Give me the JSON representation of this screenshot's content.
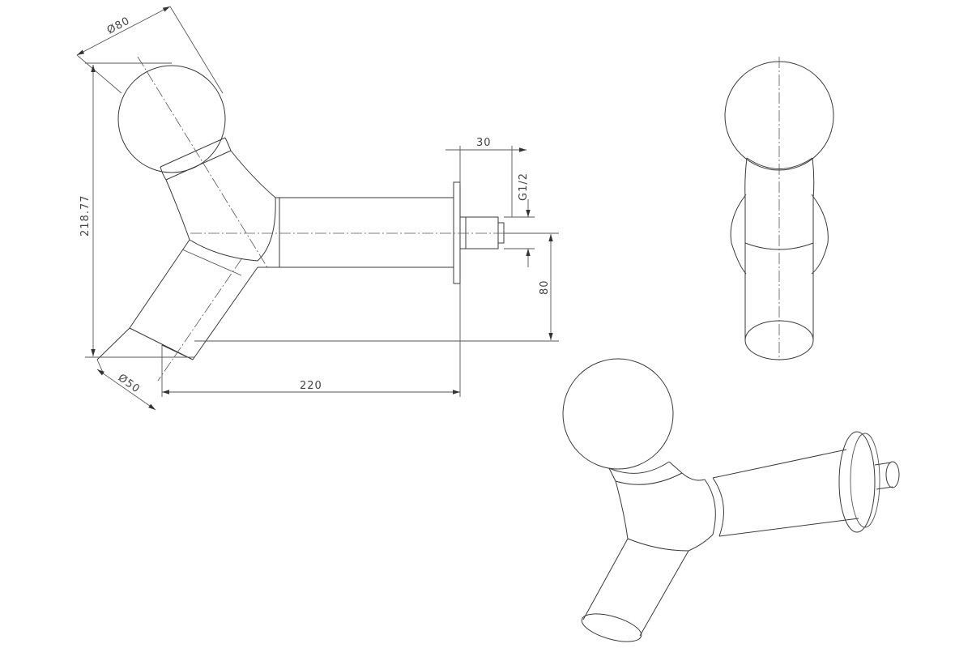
{
  "dimensions": {
    "ball_diameter": "Ø80",
    "height": "218.77",
    "flange_thickness": "30",
    "thread": "G1/2",
    "axis_offset": "80",
    "spout_diameter": "Ø50",
    "length": "220"
  }
}
